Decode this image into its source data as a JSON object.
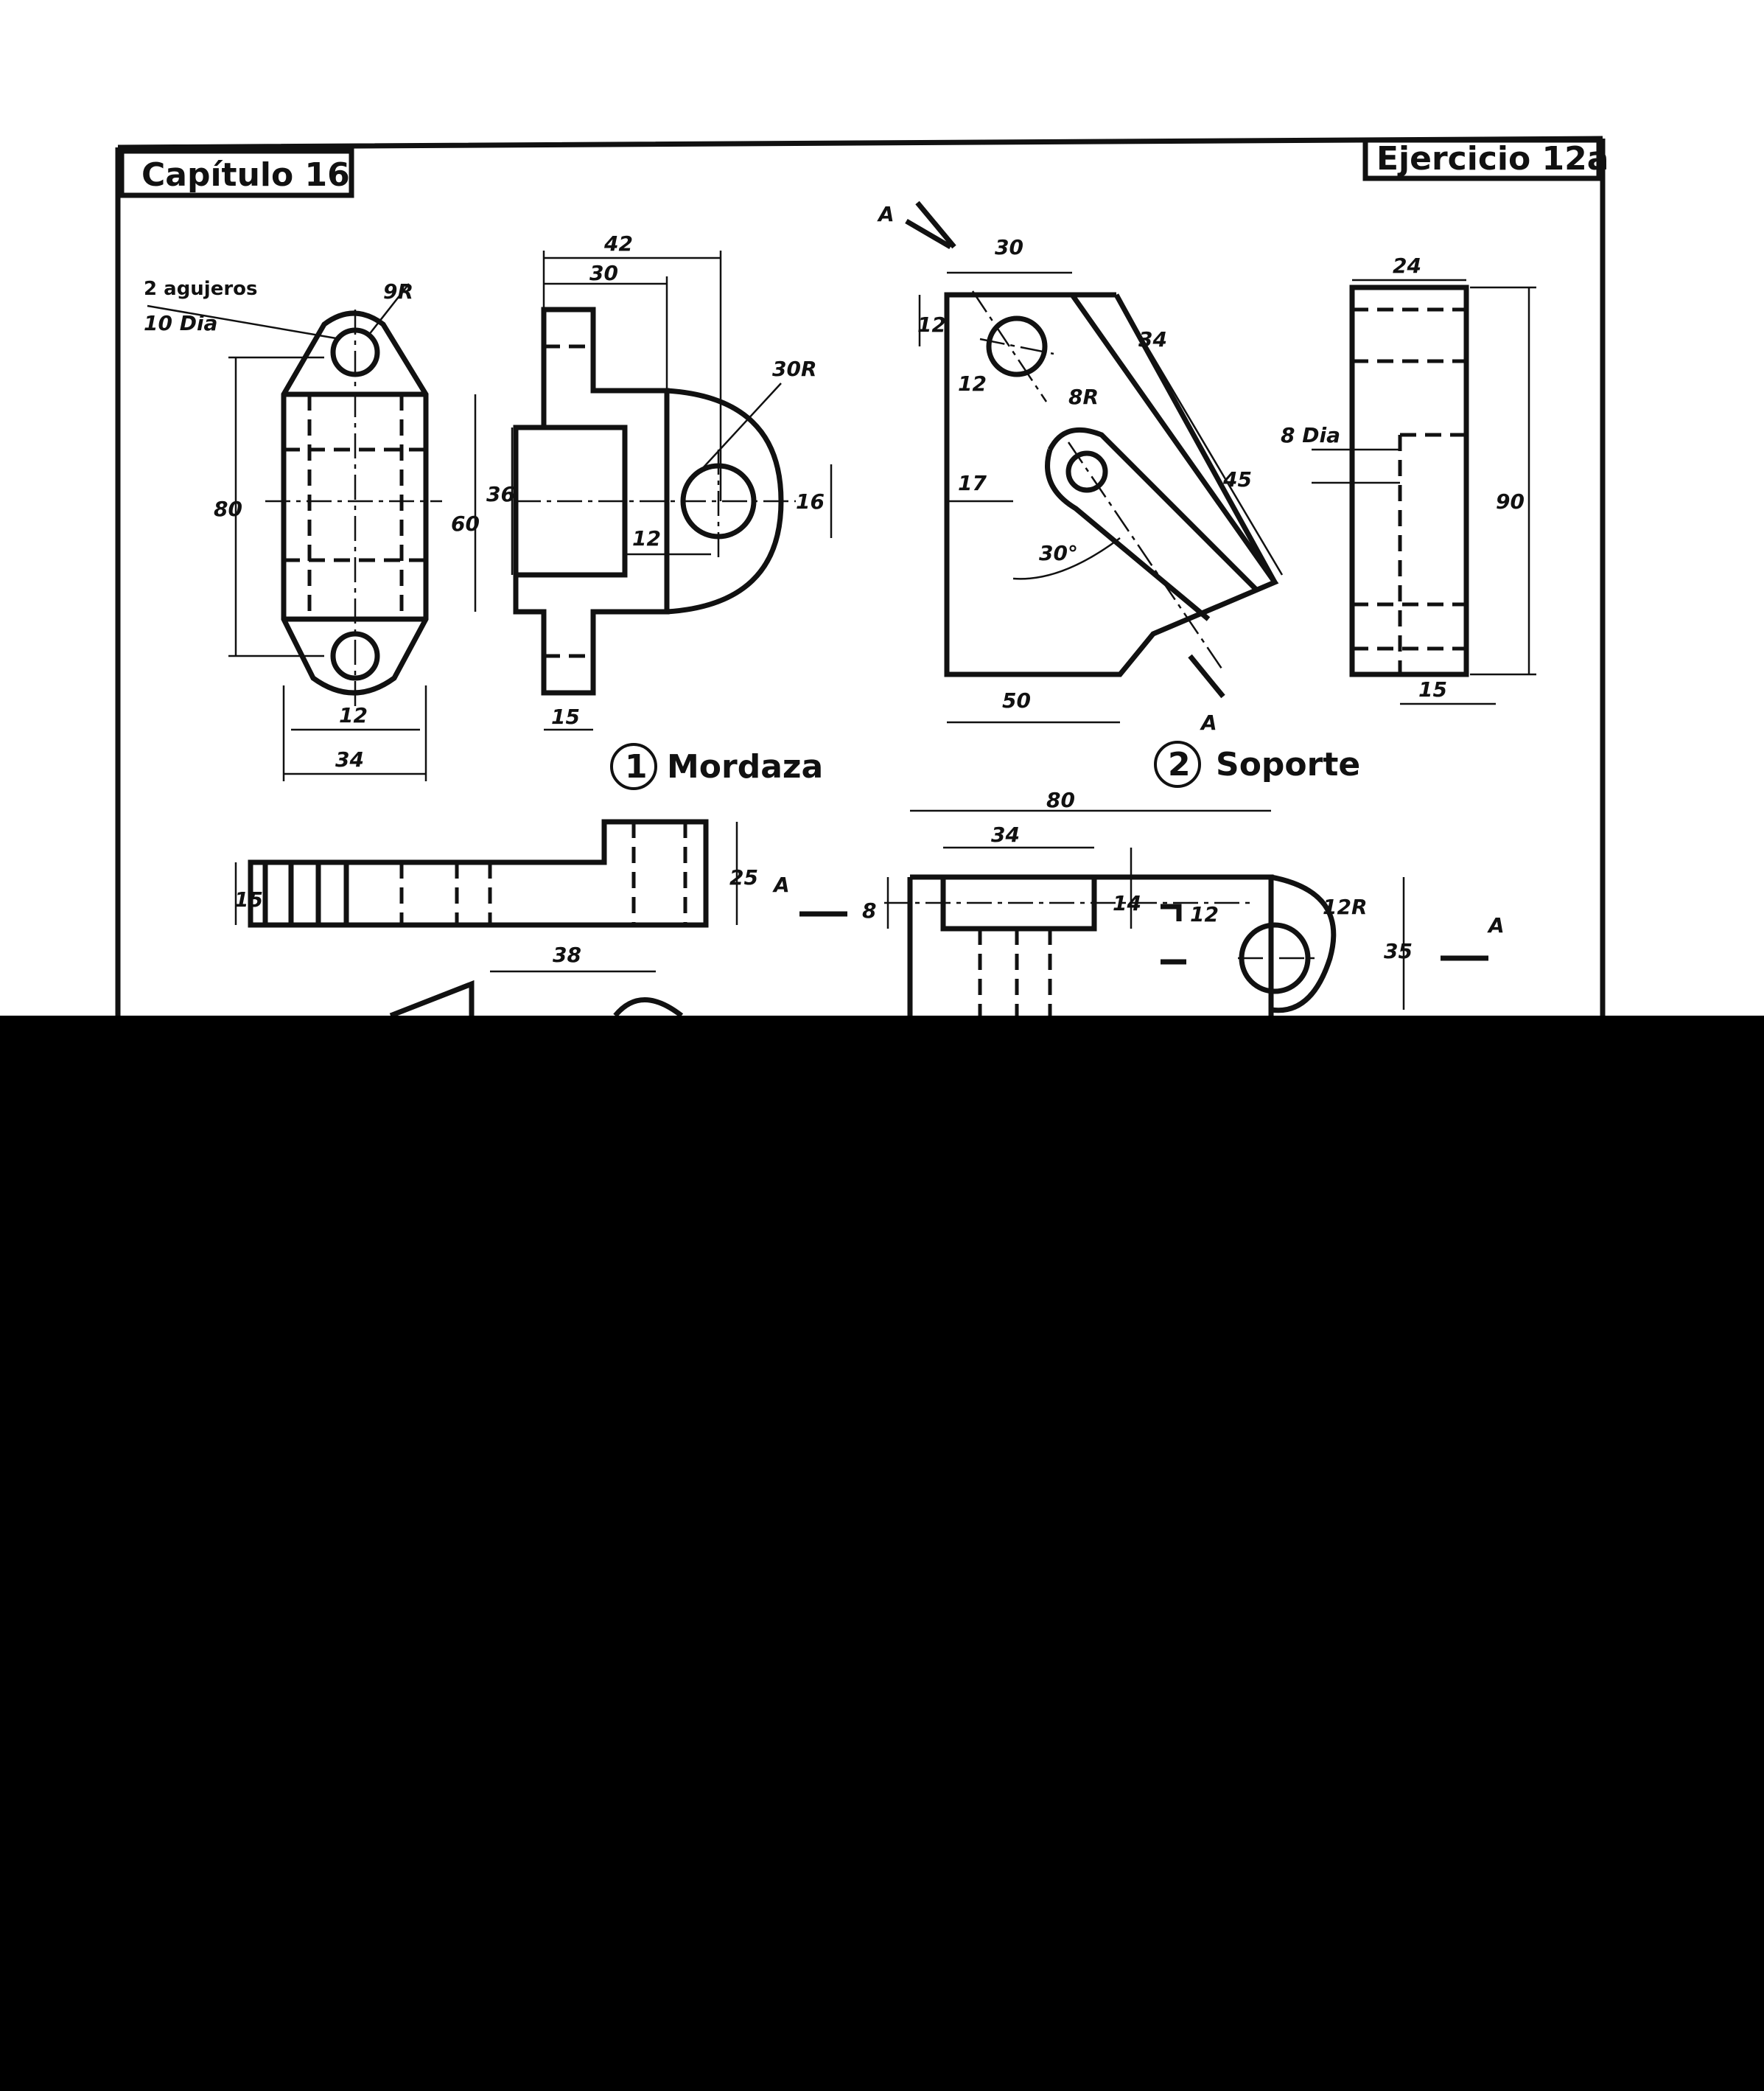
{
  "header": {
    "chapter_label": "Capítulo 16",
    "exercise_label": "Ejercicio 12a"
  },
  "part1": {
    "number": "1",
    "name": "Mordaza",
    "note_line1": "2 agujeros",
    "note_line2": "10 Dia",
    "dimensions": {
      "radius_top": "9R",
      "radius_arc": "30R",
      "width_42": "42",
      "width_30": "30",
      "height_80": "80",
      "height_60": "60",
      "height_36": "36",
      "dia_16": "16",
      "gap_12": "12",
      "hole_12": "12",
      "base_34": "34",
      "tab_15": "15",
      "top_height_15": "15",
      "top_height_25": "25",
      "bottom_38": "38"
    }
  },
  "part2": {
    "number": "2",
    "name": "Soporte",
    "section_mark": "A",
    "dimensions": {
      "width_30": "30",
      "edge_12": "12",
      "hole_12": "12",
      "slot_34": "34",
      "radius_8": "8R",
      "length_45": "45",
      "offset_17": "17",
      "angle_30": "30°",
      "base_50": "50",
      "side_24": "24",
      "dia_8": "8 Dia",
      "height_90": "90",
      "side_15": "15",
      "top_80": "80",
      "top_34": "34",
      "thick_8": "8",
      "thick_14": "14",
      "hole_12b": "12",
      "radius_12": "12R",
      "height_35": "35"
    }
  }
}
